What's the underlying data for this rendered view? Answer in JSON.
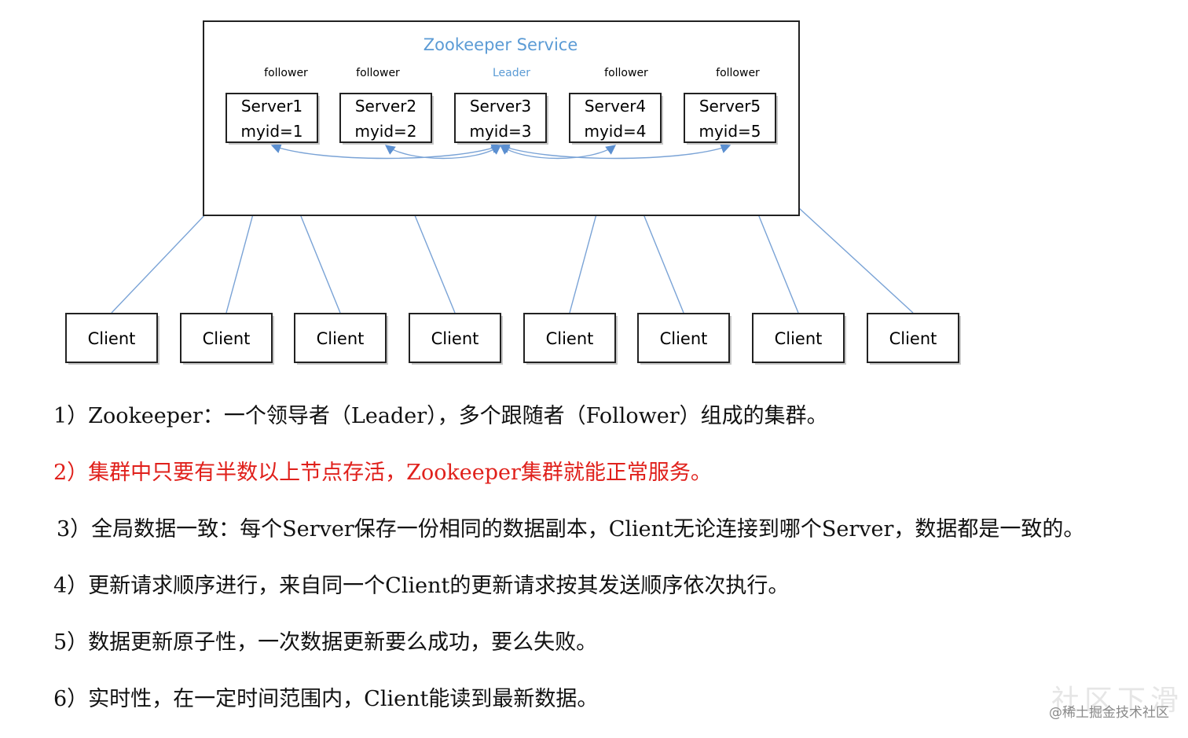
{
  "diagram": {
    "title": "Zookeeper Service",
    "servers": [
      {
        "role": "follower",
        "name": "Server1",
        "myid": "myid=1",
        "is_leader": false
      },
      {
        "role": "follower",
        "name": "Server2",
        "myid": "myid=2",
        "is_leader": false
      },
      {
        "role": "Leader",
        "name": "Server3",
        "myid": "myid=3",
        "is_leader": true
      },
      {
        "role": "follower",
        "name": "Server4",
        "myid": "myid=4",
        "is_leader": false
      },
      {
        "role": "follower",
        "name": "Server5",
        "myid": "myid=5",
        "is_leader": false
      }
    ],
    "clients": [
      "Client",
      "Client",
      "Client",
      "Client",
      "Client",
      "Client",
      "Client",
      "Client"
    ],
    "client_connections": [
      {
        "client": 1,
        "server": 1
      },
      {
        "client": 2,
        "server": 1
      },
      {
        "client": 3,
        "server": 1
      },
      {
        "client": 4,
        "server": 2
      },
      {
        "client": 5,
        "server": 4
      },
      {
        "client": 6,
        "server": 4
      },
      {
        "client": 7,
        "server": 5
      },
      {
        "client": 8,
        "server": 5
      }
    ],
    "leader_links": [
      {
        "from": 1,
        "to": 3
      },
      {
        "from": 2,
        "to": 3
      },
      {
        "from": 4,
        "to": 3
      },
      {
        "from": 5,
        "to": 3
      }
    ],
    "colors": {
      "accent": "#5b9bd5",
      "connector": "#7aa3d6",
      "highlight_text": "#e0201b"
    }
  },
  "notes": [
    {
      "text": "1）Zookeeper：一个领导者（Leader），多个跟随者（Follower）组成的集群。",
      "highlight": false
    },
    {
      "text": "2）集群中只要有半数以上节点存活，Zookeeper集群就能正常服务。",
      "highlight": true
    },
    {
      "text": "3）全局数据一致：每个Server保存一份相同的数据副本，Client无论连接到哪个Server，数据都是一致的。",
      "highlight": false
    },
    {
      "text": "4）更新请求顺序进行，来自同一个Client的更新请求按其发送顺序依次执行。",
      "highlight": false
    },
    {
      "text": "5）数据更新原子性，一次数据更新要么成功，要么失败。",
      "highlight": false
    },
    {
      "text": "6）实时性，在一定时间范围内，Client能读到最新数据。",
      "highlight": false
    }
  ],
  "watermark": "@稀土掘金技术社区"
}
